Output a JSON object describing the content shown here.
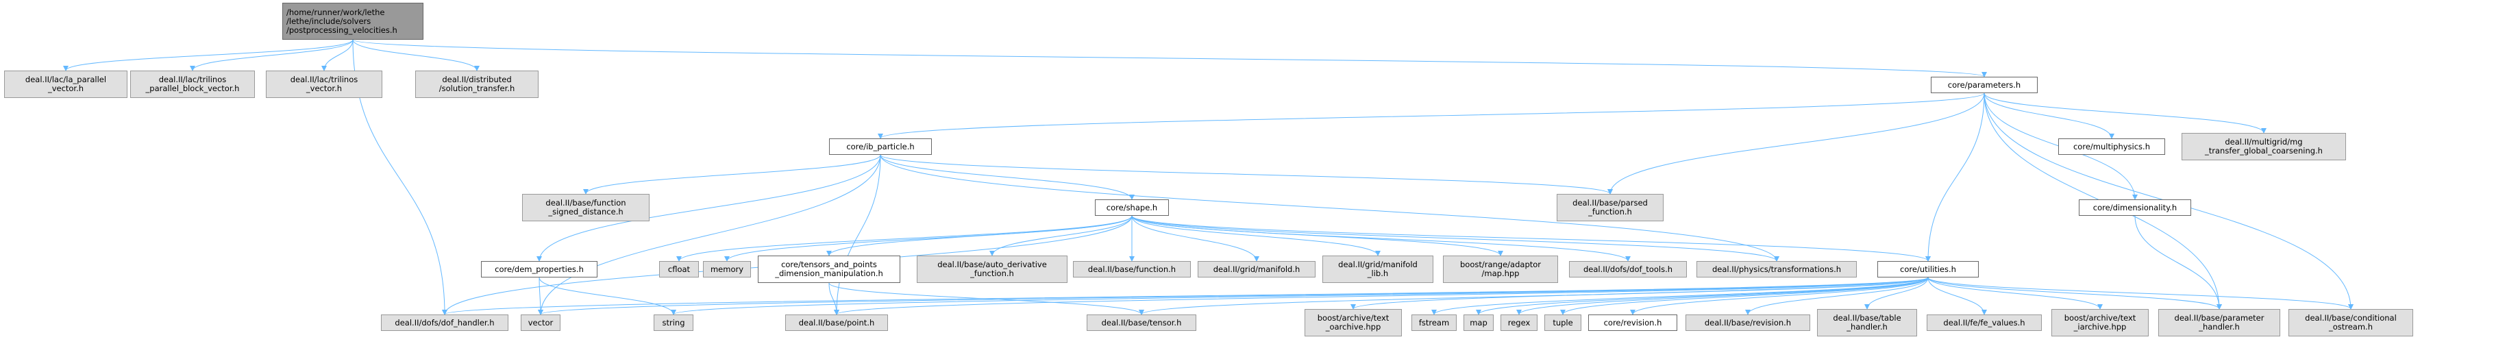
{
  "colors": {
    "edge": "#63b8ff",
    "external_fill": "#e0e0e0",
    "local_fill": "#ffffff",
    "root_fill": "#999999"
  },
  "nodes": [
    {
      "id": "root",
      "label": "/home/runner/work/lethe\n/lethe/include/solvers\n/postprocessing_velocities.h",
      "kind": "root"
    },
    {
      "id": "fa_parallel",
      "label": "deal.II/lac/la_parallel\n_vector.h",
      "kind": "external"
    },
    {
      "id": "trilinos_block",
      "label": "deal.II/lac/trilinos\n_parallel_block_vector.h",
      "kind": "external"
    },
    {
      "id": "trilinos_vector",
      "label": "deal.II/lac/trilinos\n_vector.h",
      "kind": "external"
    },
    {
      "id": "solution_transfer",
      "label": "deal.II/distributed\n/solution_transfer.h",
      "kind": "external"
    },
    {
      "id": "parameters",
      "label": "core/parameters.h",
      "kind": "local"
    },
    {
      "id": "ib_particle",
      "label": "core/ib_particle.h",
      "kind": "local"
    },
    {
      "id": "multiphysics",
      "label": "core/multiphysics.h",
      "kind": "local"
    },
    {
      "id": "mg_transfer",
      "label": "deal.II/multigrid/mg\n_transfer_global_coarsening.h",
      "kind": "external"
    },
    {
      "id": "function_signed",
      "label": "deal.II/base/function\n_signed_distance.h",
      "kind": "external"
    },
    {
      "id": "parsed_function",
      "label": "deal.II/base/parsed\n_function.h",
      "kind": "external"
    },
    {
      "id": "dimensionality",
      "label": "core/dimensionality.h",
      "kind": "local"
    },
    {
      "id": "shape",
      "label": "core/shape.h",
      "kind": "local"
    },
    {
      "id": "dem_properties",
      "label": "core/dem_properties.h",
      "kind": "local"
    },
    {
      "id": "cfloat",
      "label": "cfloat",
      "kind": "external"
    },
    {
      "id": "memory",
      "label": "memory",
      "kind": "external"
    },
    {
      "id": "tensors_points",
      "label": "core/tensors_and_points\n_dimension_manipulation.h",
      "kind": "local"
    },
    {
      "id": "auto_derivative",
      "label": "deal.II/base/auto_derivative\n_function.h",
      "kind": "external"
    },
    {
      "id": "base_function",
      "label": "deal.II/base/function.h",
      "kind": "external"
    },
    {
      "id": "grid_manifold",
      "label": "deal.II/grid/manifold.h",
      "kind": "external"
    },
    {
      "id": "manifold_lib",
      "label": "deal.II/grid/manifold\n_lib.h",
      "kind": "external"
    },
    {
      "id": "boost_map",
      "label": "boost/range/adaptor\n/map.hpp",
      "kind": "external"
    },
    {
      "id": "dof_tools",
      "label": "deal.II/dofs/dof_tools.h",
      "kind": "external"
    },
    {
      "id": "transformations",
      "label": "deal.II/physics/transformations.h",
      "kind": "external"
    },
    {
      "id": "utilities",
      "label": "core/utilities.h",
      "kind": "local"
    },
    {
      "id": "dof_handler",
      "label": "deal.II/dofs/dof_handler.h",
      "kind": "external"
    },
    {
      "id": "vector",
      "label": "vector",
      "kind": "external"
    },
    {
      "id": "string",
      "label": "string",
      "kind": "external"
    },
    {
      "id": "point",
      "label": "deal.II/base/point.h",
      "kind": "external"
    },
    {
      "id": "tensor",
      "label": "deal.II/base/tensor.h",
      "kind": "external"
    },
    {
      "id": "text_oarchive",
      "label": "boost/archive/text\n_oarchive.hpp",
      "kind": "external"
    },
    {
      "id": "fstream",
      "label": "fstream",
      "kind": "external"
    },
    {
      "id": "map",
      "label": "map",
      "kind": "external"
    },
    {
      "id": "regex",
      "label": "regex",
      "kind": "external"
    },
    {
      "id": "tuple",
      "label": "tuple",
      "kind": "external"
    },
    {
      "id": "core_revision",
      "label": "core/revision.h",
      "kind": "local"
    },
    {
      "id": "base_revision",
      "label": "deal.II/base/revision.h",
      "kind": "external"
    },
    {
      "id": "table_handler",
      "label": "deal.II/base/table\n_handler.h",
      "kind": "external"
    },
    {
      "id": "fe_values",
      "label": "deal.II/fe/fe_values.h",
      "kind": "external"
    },
    {
      "id": "text_iarchive",
      "label": "boost/archive/text\n_iarchive.hpp",
      "kind": "external"
    },
    {
      "id": "parameter_handler",
      "label": "deal.II/base/parameter\n_handler.h",
      "kind": "external"
    },
    {
      "id": "conditional_ostream",
      "label": "deal.II/base/conditional\n_ostream.h",
      "kind": "external"
    }
  ],
  "edges": [
    [
      "root",
      "fa_parallel"
    ],
    [
      "root",
      "trilinos_block"
    ],
    [
      "root",
      "trilinos_vector"
    ],
    [
      "root",
      "solution_transfer"
    ],
    [
      "root",
      "parameters"
    ],
    [
      "root",
      "dof_handler"
    ],
    [
      "parameters",
      "ib_particle"
    ],
    [
      "parameters",
      "multiphysics"
    ],
    [
      "parameters",
      "mg_transfer"
    ],
    [
      "parameters",
      "parsed_function"
    ],
    [
      "parameters",
      "dimensionality"
    ],
    [
      "parameters",
      "utilities"
    ],
    [
      "parameters",
      "parameter_handler"
    ],
    [
      "parameters",
      "conditional_ostream"
    ],
    [
      "ib_particle",
      "function_signed"
    ],
    [
      "ib_particle",
      "parsed_function"
    ],
    [
      "ib_particle",
      "shape"
    ],
    [
      "ib_particle",
      "dem_properties"
    ],
    [
      "ib_particle",
      "vector"
    ],
    [
      "ib_particle",
      "point"
    ],
    [
      "ib_particle",
      "transformations"
    ],
    [
      "dimensionality",
      "parameter_handler"
    ],
    [
      "shape",
      "cfloat"
    ],
    [
      "shape",
      "memory"
    ],
    [
      "shape",
      "tensors_points"
    ],
    [
      "shape",
      "auto_derivative"
    ],
    [
      "shape",
      "base_function"
    ],
    [
      "shape",
      "grid_manifold"
    ],
    [
      "shape",
      "manifold_lib"
    ],
    [
      "shape",
      "boost_map"
    ],
    [
      "shape",
      "dof_tools"
    ],
    [
      "shape",
      "transformations"
    ],
    [
      "shape",
      "utilities"
    ],
    [
      "shape",
      "dof_handler"
    ],
    [
      "dem_properties",
      "vector"
    ],
    [
      "dem_properties",
      "string"
    ],
    [
      "tensors_points",
      "point"
    ],
    [
      "tensors_points",
      "tensor"
    ],
    [
      "utilities",
      "dof_handler"
    ],
    [
      "utilities",
      "vector"
    ],
    [
      "utilities",
      "string"
    ],
    [
      "utilities",
      "point"
    ],
    [
      "utilities",
      "tensor"
    ],
    [
      "utilities",
      "text_oarchive"
    ],
    [
      "utilities",
      "fstream"
    ],
    [
      "utilities",
      "map"
    ],
    [
      "utilities",
      "regex"
    ],
    [
      "utilities",
      "tuple"
    ],
    [
      "utilities",
      "core_revision"
    ],
    [
      "utilities",
      "base_revision"
    ],
    [
      "utilities",
      "table_handler"
    ],
    [
      "utilities",
      "fe_values"
    ],
    [
      "utilities",
      "text_iarchive"
    ],
    [
      "utilities",
      "parameter_handler"
    ],
    [
      "utilities",
      "conditional_ostream"
    ]
  ]
}
